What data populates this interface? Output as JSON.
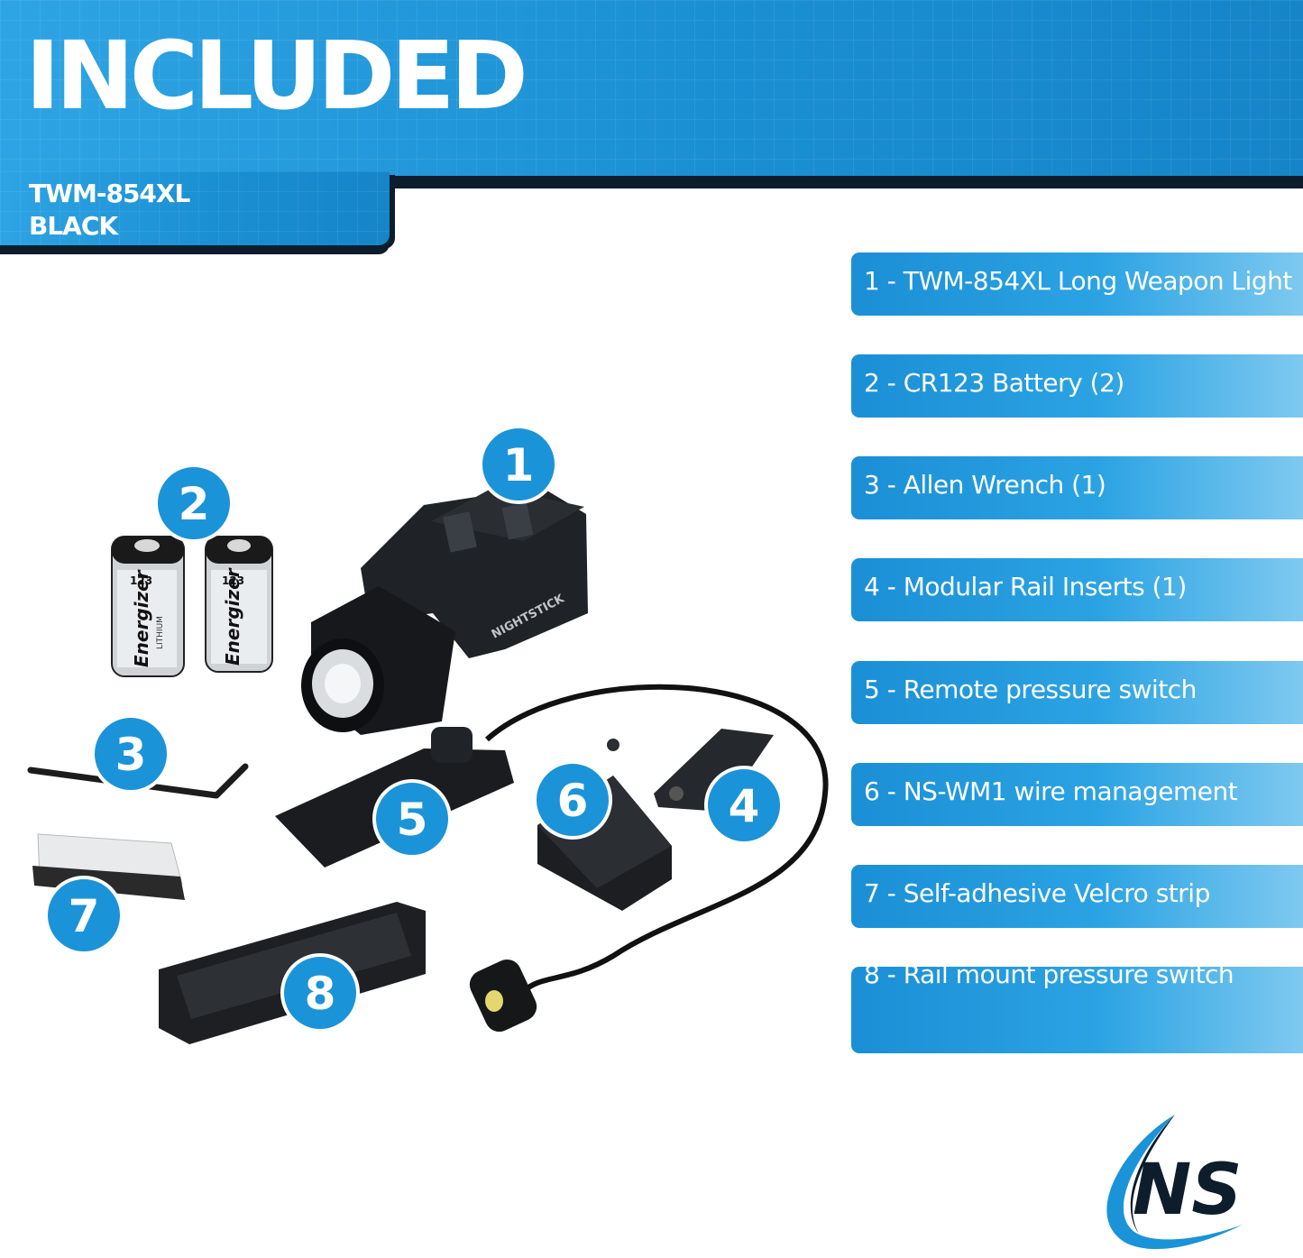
{
  "header": {
    "title": "INCLUDED",
    "model_name": "TWM-854XL",
    "model_color": "BLACK",
    "accent_color": "#1b92d4",
    "dark_rule_color": "#0d1d2b"
  },
  "items": [
    {
      "number": "1",
      "label": "1 - TWM-854XL Long Weapon Light"
    },
    {
      "number": "2",
      "label": "2 - CR123 Battery (2)"
    },
    {
      "number": "3",
      "label": "3 - Allen Wrench (1)"
    },
    {
      "number": "4",
      "label": "4 - Modular Rail Inserts (1)"
    },
    {
      "number": "5",
      "label": "5 - Remote pressure switch"
    },
    {
      "number": "6",
      "label": "6 -  NS-WM1 wire management"
    },
    {
      "number": "7",
      "label": "7 -  Self-adhesive Velcro strip"
    },
    {
      "number": "8",
      "label": "8 -  Rail mount pressure switch"
    }
  ],
  "photo": {
    "brand_on_light": "NIGHTSTICK",
    "battery_brand": "Energizer",
    "battery_type": "123",
    "battery_sub": "LITHIUM"
  },
  "logo": {
    "text": "NS",
    "icon": "ns-swoosh-logo"
  }
}
